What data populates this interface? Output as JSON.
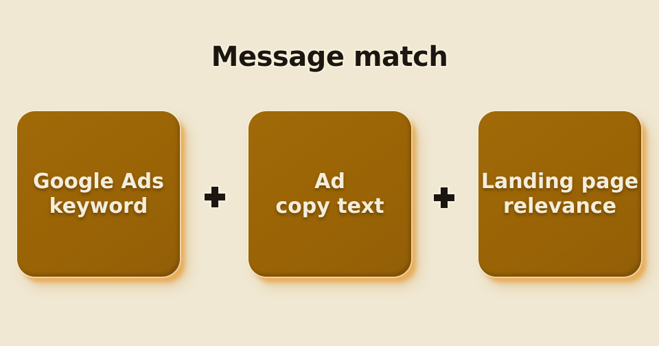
{
  "title": "Message match",
  "colors": {
    "background": "#F0E8D3",
    "box_fill": "#9A6406",
    "box_text": "#F4EDDB",
    "box_drop_shadow": "#EFC286",
    "title_text": "#1B1610",
    "plus_icon": "#1B1610",
    "halo": "#F6EFDB"
  },
  "boxes": [
    {
      "id": "google-ads-keyword",
      "lines": [
        "Google Ads",
        "keyword"
      ]
    },
    {
      "id": "ad-copy-text",
      "lines": [
        "Ad",
        "copy text"
      ]
    },
    {
      "id": "landing-page-relevance",
      "lines": [
        "Landing page",
        "relevance"
      ]
    }
  ],
  "operators": [
    {
      "icon": "plus",
      "glyph": "+"
    },
    {
      "icon": "plus",
      "glyph": "+"
    }
  ]
}
